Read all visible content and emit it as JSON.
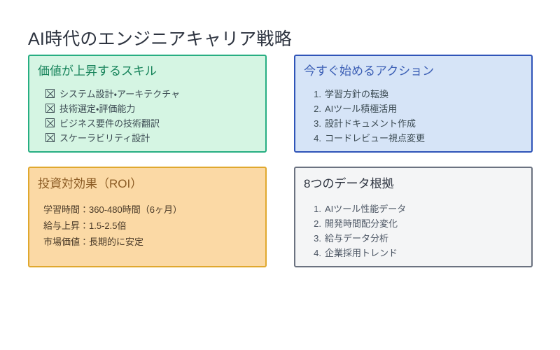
{
  "slide": {
    "title": "AI時代のエンジニアキャリア戦略",
    "background_color": "#ffffff",
    "title_color": "#2e3440"
  },
  "cards": {
    "skills": {
      "heading": "価値が上昇するスキル",
      "bullet_glyph": "checkbox-x-icon",
      "accent_color": "#27ae82",
      "background_color": "#d5f5e3",
      "heading_color": "#16835a",
      "items": [
        "システム設計・アーキテクチャ",
        "技術選定・評価能力",
        "ビジネス要件の技術翻訳",
        "スケーラビリティ設計"
      ]
    },
    "actions": {
      "heading": "今すぐ始めるアクション",
      "accent_color": "#2f54b8",
      "background_color": "#d6e4f7",
      "heading_color": "#3c5fb5",
      "items": [
        {
          "marker": "1.",
          "label": "学習方針の転換"
        },
        {
          "marker": "2.",
          "label": "AIツール積極活用"
        },
        {
          "marker": "3.",
          "label": "設計ドキュメント作成"
        },
        {
          "marker": "4.",
          "label": "コードレビュー視点変更"
        }
      ]
    },
    "roi": {
      "heading": "投資対効果（ROI）",
      "accent_color": "#e0a82e",
      "background_color": "#fbd9a5",
      "heading_color": "#8a5a23",
      "rows": [
        {
          "key": "学習時間：",
          "value": "360-480時間（6ヶ月）"
        },
        {
          "key": "給与上昇：",
          "value": "1.5-2.5倍"
        },
        {
          "key": "市場価値：",
          "value": "長期的に安定"
        }
      ]
    },
    "data_evidence": {
      "heading": "8つのデータ根拠",
      "accent_color": "#6b7280",
      "background_color": "#f4f5f6",
      "heading_color": "#2e3440",
      "items": [
        {
          "marker": "1.",
          "label": "AIツール性能データ"
        },
        {
          "marker": "2.",
          "label": "開発時間配分変化"
        },
        {
          "marker": "3.",
          "label": "給与データ分析"
        },
        {
          "marker": "4.",
          "label": "企業採用トレンド"
        }
      ]
    }
  }
}
